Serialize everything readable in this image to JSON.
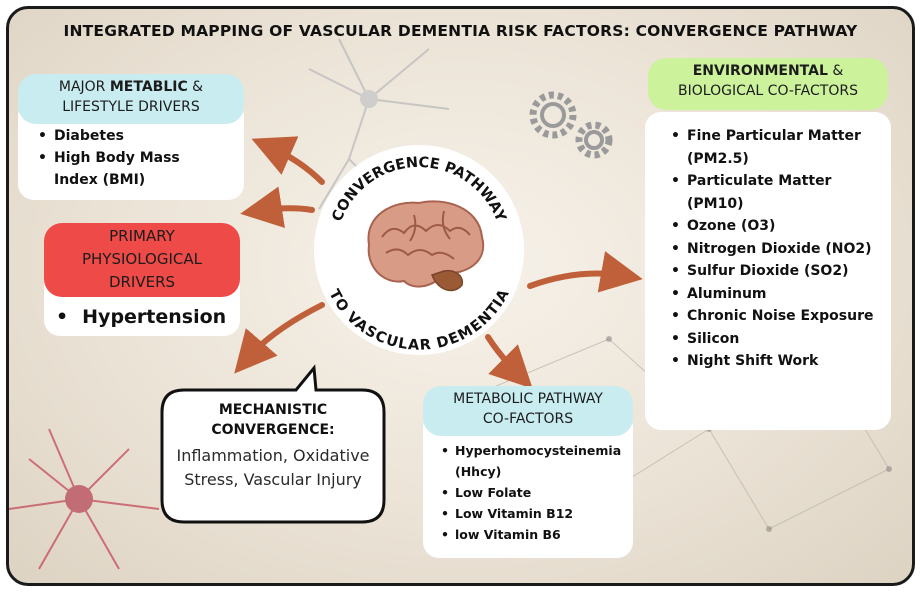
{
  "title": "INTEGRATED MAPPING OF VASCULAR DEMENTIA RISK FACTORS: CONVERGENCE PATHWAY",
  "center": {
    "top_text": "CONVERGENCE PATHWAY",
    "bottom_text": "TO VASCULAR DEMENTIA"
  },
  "metabolic": {
    "header_prefix": "MAJOR ",
    "header_bold": "METABLIC",
    "header_suffix": " &",
    "header_line2": "LIFESTYLE DRIVERS",
    "items": [
      "Diabetes",
      "High Body Mass Index (BMI)"
    ]
  },
  "physiological": {
    "header": "PRIMARY PHYSIOLOGICAL DRIVERS",
    "item": "Hypertension"
  },
  "mechanistic": {
    "heading": "MECHANISTIC CONVERGENCE:",
    "body": "Inflammation, Oxidative Stress, Vascular Injury"
  },
  "environmental": {
    "header_bold": "ENVIRONMENTAL",
    "header_suffix": " &",
    "header_line2": "BIOLOGICAL CO-FACTORS",
    "items": [
      "Fine Particular Matter (PM2.5)",
      "Particulate Matter (PM10)",
      "Ozone (O3)",
      "Nitrogen Dioxide (NO2)",
      "Sulfur Dioxide (SO2)",
      "Aluminum",
      "Chronic Noise Exposure",
      "Silicon",
      "Night Shift Work"
    ]
  },
  "metabolic_pathway": {
    "header_line1": "METABOLIC PATHWAY",
    "header_line2": "CO-FACTORS",
    "items": [
      "Hyperhomocysteinemia (Hhcy)",
      "Low Folate",
      "Low Vitamin B12",
      "low Vitamin B6"
    ]
  },
  "colors": {
    "arrow": "#c0603a",
    "cyan_header": "#c8ecf0",
    "red_header": "#ee4a48",
    "green_header": "#ccf29c",
    "frame": "#1a1a1a"
  },
  "icons": [
    "brain-icon",
    "gear-icon",
    "neuron-icon"
  ]
}
